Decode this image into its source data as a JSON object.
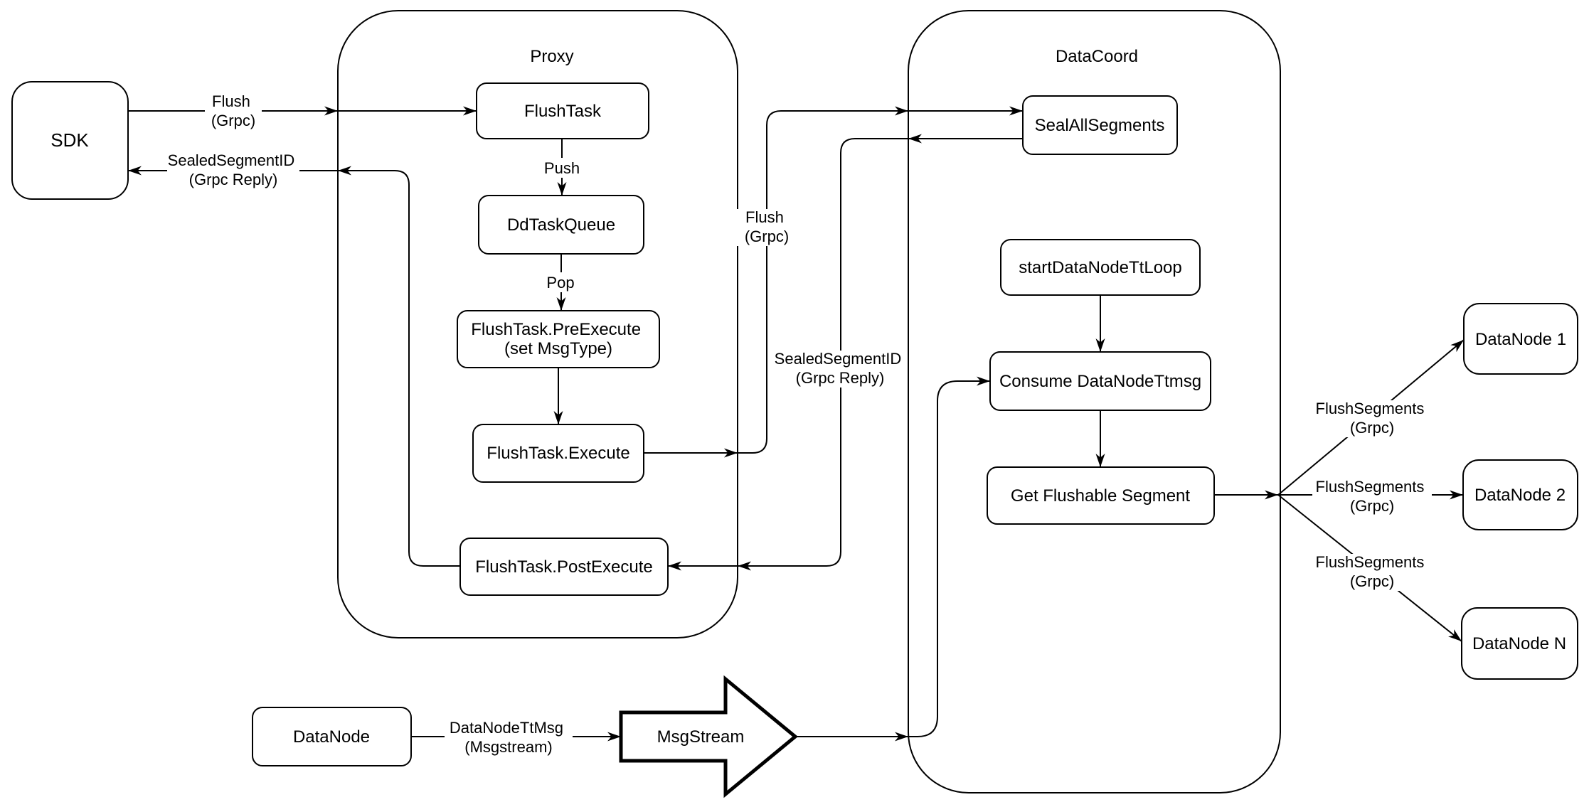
{
  "diagram": {
    "background": "#ffffff",
    "line_color": "#000000",
    "box_fill": "#ffffff",
    "containers": {
      "proxy": {
        "title": "Proxy"
      },
      "datacoord": {
        "title": "DataCoord"
      }
    },
    "nodes": {
      "sdk": {
        "label": "SDK"
      },
      "flush_task": {
        "label": "FlushTask"
      },
      "dd_task_queue": {
        "label": "DdTaskQueue"
      },
      "pre_execute": {
        "line1": "FlushTask.PreExecute",
        "line2": "(set MsgType)"
      },
      "execute": {
        "label": "FlushTask.Execute"
      },
      "post_execute": {
        "label": "FlushTask.PostExecute"
      },
      "seal_all_segments": {
        "label": "SealAllSegments"
      },
      "start_datanode_tt_loop": {
        "label": "startDataNodeTtLoop"
      },
      "consume_datanode_ttmsg": {
        "label": "Consume DataNodeTtmsg"
      },
      "get_flushable_segment": {
        "label": "Get Flushable Segment"
      },
      "datanode_1": {
        "label": "DataNode 1"
      },
      "datanode_2": {
        "label": "DataNode 2"
      },
      "datanode_n": {
        "label": "DataNode N"
      },
      "datanode": {
        "label": "DataNode"
      },
      "msgstream": {
        "label": "MsgStream"
      }
    },
    "edge_labels": {
      "flush_request": {
        "line1": "Flush",
        "line2": "(Grpc)"
      },
      "sealed_reply_to_sdk": {
        "line1": "SealedSegmentID",
        "line2": "(Grpc Reply)"
      },
      "push": {
        "text": "Push"
      },
      "pop": {
        "text": "Pop"
      },
      "flush_to_datacoord": {
        "line1": "Flush",
        "line2": "(Grpc)"
      },
      "sealed_reply_to_proxy": {
        "line1": "SealedSegmentID",
        "line2": "(Grpc Reply)"
      },
      "datanode_tt_msg": {
        "line1": "DataNodeTtMsg",
        "line2": "(Msgstream)"
      },
      "flush_segments_1": {
        "line1": "FlushSegments",
        "line2": "(Grpc)"
      },
      "flush_segments_2": {
        "line1": "FlushSegments",
        "line2": "(Grpc)"
      },
      "flush_segments_3": {
        "line1": "FlushSegments",
        "line2": "(Grpc)"
      }
    }
  }
}
